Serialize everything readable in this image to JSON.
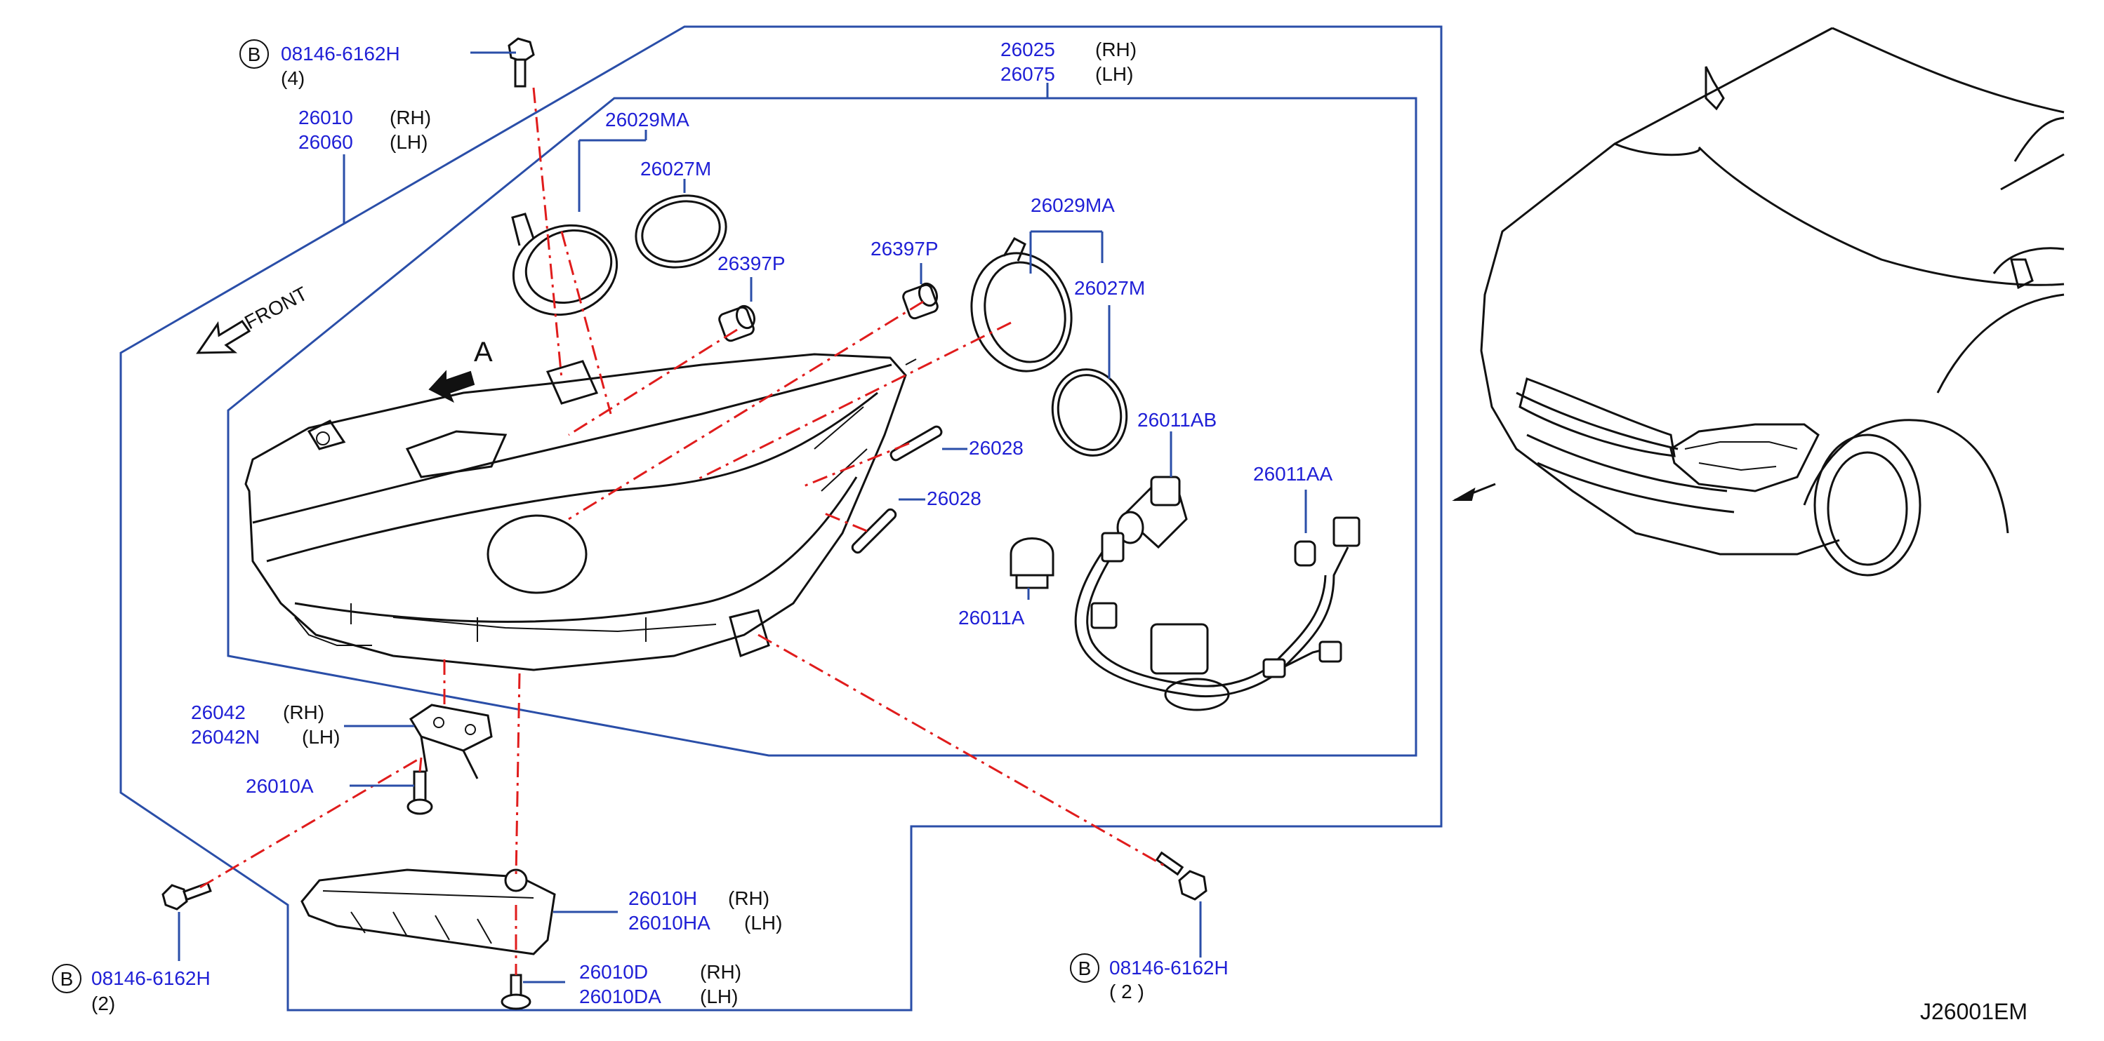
{
  "diagram": {
    "drawing_code": "J26001EM",
    "front_label": "FRONT",
    "view_label": "A",
    "callouts": {
      "bolt_top": {
        "mark": "B",
        "part": "08146-6162H",
        "qty": "(4)"
      },
      "bolt_left": {
        "mark": "B",
        "part": "08146-6162H",
        "qty": "(2)"
      },
      "bolt_right": {
        "mark": "B",
        "part": "08146-6162H",
        "qty": "(  2  )"
      },
      "housing": {
        "rh_part": "26010",
        "rh": "(RH)",
        "lh_part": "26060",
        "lh": "(LH)"
      },
      "lamp_assy": {
        "rh_part": "26025",
        "rh": "(RH)",
        "lh_part": "26075",
        "lh": "(LH)"
      },
      "cap_left": "26029MA",
      "seal_left": "26027M",
      "grommet_left": "26397P",
      "grommet_right": "26397P",
      "cap_right": "26029MA",
      "seal_right": "26027M",
      "pin_top": "26028",
      "pin_bottom": "26028",
      "bulb_ab": "26011AB",
      "bulb_aa": "26011AA",
      "bulb_a": "26011A",
      "bracket": {
        "rh_part": "26042",
        "rh": "(RH)",
        "lh_part": "26042N",
        "lh": "(LH)"
      },
      "screw": "26010A",
      "bracket_low": {
        "rh_part": "26010H",
        "rh": "(RH)",
        "lh_part": "26010HA",
        "lh": "(LH)"
      },
      "clip": {
        "rh_part": "26010D",
        "rh": "(RH)",
        "lh_part": "26010DA",
        "lh": "(LH)"
      }
    }
  }
}
